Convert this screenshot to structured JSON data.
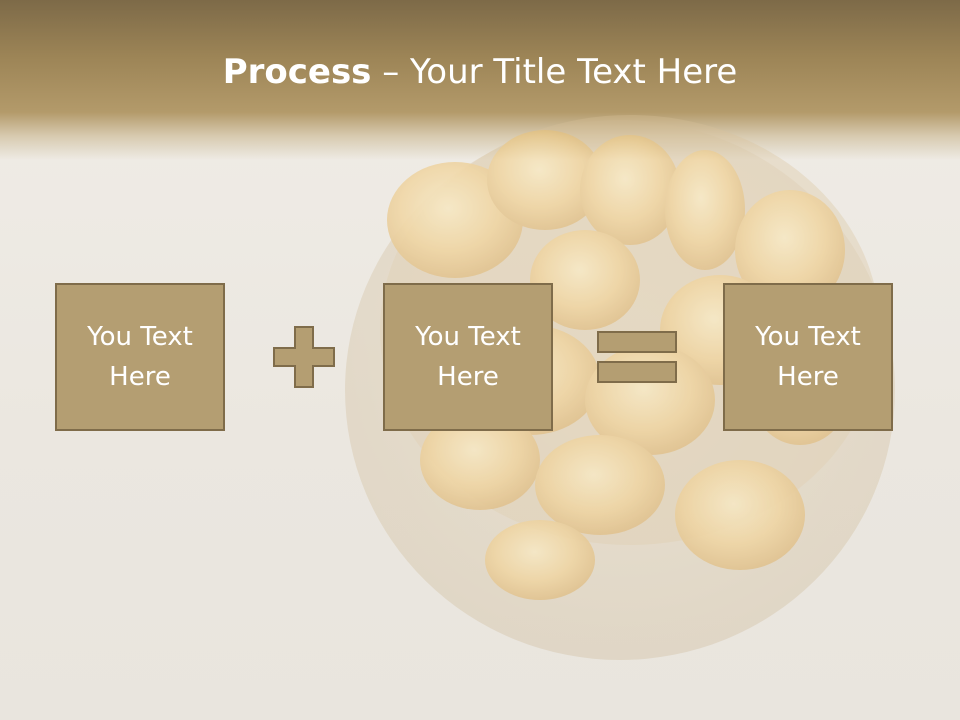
{
  "slide": {
    "title_strong": "Process",
    "title_rest": " – Your Title Text Here"
  },
  "boxes": [
    {
      "line1": "You Text",
      "line2": "Here"
    },
    {
      "line1": "You Text",
      "line2": "Here"
    },
    {
      "line1": "You Text",
      "line2": "Here"
    }
  ],
  "colors": {
    "box_fill": "#b49e72",
    "box_border": "#7f6c4a",
    "header": "#9c8456",
    "text": "#ffffff"
  },
  "icons": [
    "plus-icon",
    "equals-icon"
  ]
}
